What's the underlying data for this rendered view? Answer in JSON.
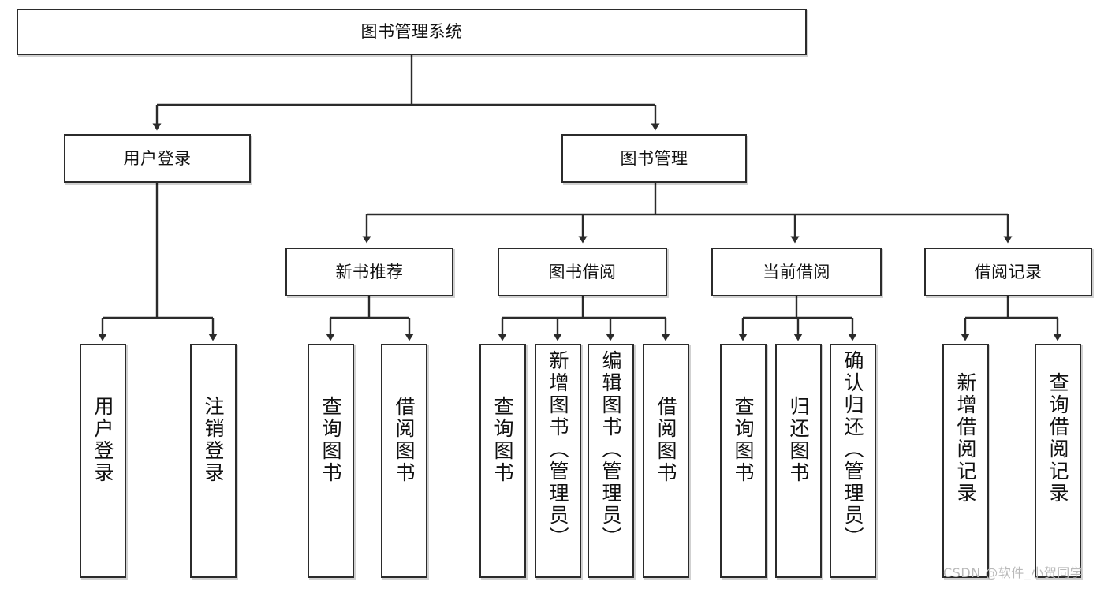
{
  "diagram": {
    "type": "tree-hierarchy",
    "title": "图书管理系统",
    "orientation": "top-down",
    "colors": {
      "box_border": "#2b2b2b",
      "box_fill": "#ffffff",
      "edge": "#2b2b2b",
      "text": "#111111",
      "watermark": "#b9b9b9",
      "background": "#ffffff"
    },
    "watermark": "CSDN @软件_小贺同学",
    "nodes": {
      "root": {
        "label": "图书管理系统",
        "level": 0
      },
      "level1": [
        {
          "id": "user-login",
          "label": "用户登录"
        },
        {
          "id": "book-manage",
          "label": "图书管理"
        }
      ],
      "level2": [
        {
          "id": "new-book-rec",
          "label": "新书推荐",
          "parent": "book-manage"
        },
        {
          "id": "book-borrow",
          "label": "图书借阅",
          "parent": "book-manage"
        },
        {
          "id": "current-borrow",
          "label": "当前借阅",
          "parent": "book-manage"
        },
        {
          "id": "borrow-record",
          "label": "借阅记录",
          "parent": "book-manage"
        }
      ],
      "leaves": [
        {
          "id": "leaf-user-login",
          "label": "用户登录",
          "parent": "user-login"
        },
        {
          "id": "leaf-logout",
          "label": "注销登录",
          "parent": "user-login"
        },
        {
          "id": "leaf-query-book-1",
          "label": "查询图书",
          "parent": "new-book-rec"
        },
        {
          "id": "leaf-borrow-book-1",
          "label": "借阅图书",
          "parent": "new-book-rec"
        },
        {
          "id": "leaf-query-book-2",
          "label": "查询图书",
          "parent": "book-borrow"
        },
        {
          "id": "leaf-add-book",
          "label": "新增图书（管理员）",
          "parent": "book-borrow"
        },
        {
          "id": "leaf-edit-book",
          "label": "编辑图书（管理员）",
          "parent": "book-borrow"
        },
        {
          "id": "leaf-borrow-book-2",
          "label": "借阅图书",
          "parent": "book-borrow"
        },
        {
          "id": "leaf-query-book-3",
          "label": "查询图书",
          "parent": "current-borrow"
        },
        {
          "id": "leaf-return-book",
          "label": "归还图书",
          "parent": "current-borrow"
        },
        {
          "id": "leaf-confirm-return",
          "label": "确认归还（管理员）",
          "parent": "current-borrow"
        },
        {
          "id": "leaf-add-record",
          "label": "新增借阅记录",
          "parent": "borrow-record"
        },
        {
          "id": "leaf-query-record",
          "label": "查询借阅记录",
          "parent": "borrow-record"
        }
      ]
    }
  }
}
